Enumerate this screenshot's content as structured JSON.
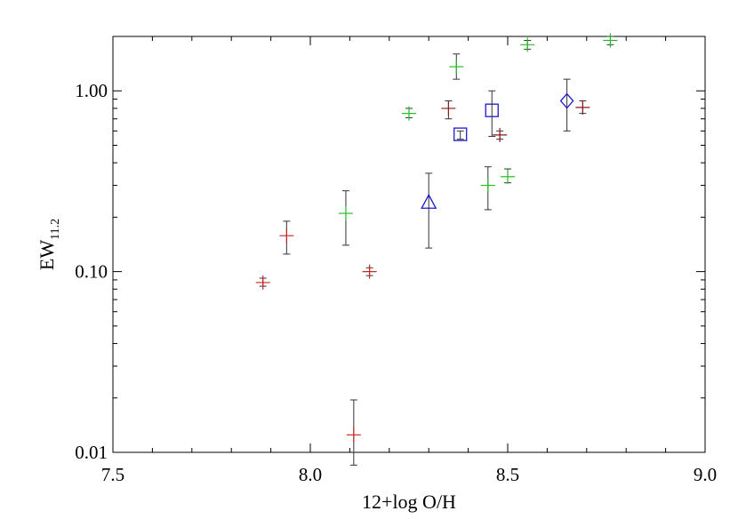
{
  "chart_data": {
    "type": "scatter",
    "xlabel": "12+log O/H",
    "ylabel": {
      "main": "EW",
      "sub": "11.2"
    },
    "xlim": [
      7.5,
      9.0
    ],
    "ylim": [
      0.01,
      2.0
    ],
    "yscale": "log",
    "x_ticks": [
      "7.5",
      "8.0",
      "8.5",
      "9.0"
    ],
    "y_ticks": [
      "0.01",
      "0.10",
      "1.00"
    ],
    "grid": false,
    "colors": {
      "red": "#cc2222",
      "green": "#22bb22",
      "blue": "#1a1acc",
      "darkred": "#8b1a1a",
      "errorbar": "#333333"
    },
    "series": [
      {
        "color": "#cc2222",
        "marker": "plus",
        "points": [
          {
            "x": 7.88,
            "y": 0.087,
            "yerr": [
              0.083,
              0.092
            ]
          },
          {
            "x": 7.94,
            "y": 0.158,
            "yerr": [
              0.125,
              0.19
            ]
          },
          {
            "x": 8.15,
            "y": 0.1,
            "yerr": [
              0.095,
              0.105
            ]
          },
          {
            "x": 8.11,
            "y": 0.0125,
            "yerr": [
              0.0085,
              0.0195
            ]
          }
        ]
      },
      {
        "color": "#8b1a1a",
        "marker": "plus",
        "points": [
          {
            "x": 8.35,
            "y": 0.8,
            "yerr": [
              0.7,
              0.88
            ]
          },
          {
            "x": 8.48,
            "y": 0.57,
            "yerr": [
              0.54,
              0.6
            ]
          },
          {
            "x": 8.69,
            "y": 0.81,
            "yerr": [
              0.75,
              0.88
            ]
          }
        ]
      },
      {
        "color": "#22bb22",
        "marker": "plus",
        "points": [
          {
            "x": 8.09,
            "y": 0.21,
            "yerr": [
              0.14,
              0.28
            ]
          },
          {
            "x": 8.25,
            "y": 0.75,
            "yerr": [
              0.71,
              0.8
            ]
          },
          {
            "x": 8.37,
            "y": 1.36,
            "yerr": [
              1.16,
              1.6
            ]
          },
          {
            "x": 8.45,
            "y": 0.3,
            "yerr": [
              0.22,
              0.38
            ]
          },
          {
            "x": 8.5,
            "y": 0.335,
            "yerr": [
              0.31,
              0.37
            ]
          },
          {
            "x": 8.55,
            "y": 1.8,
            "yerr": [
              1.7,
              1.9
            ]
          },
          {
            "x": 8.76,
            "y": 1.9,
            "yerr": [
              1.8,
              2.0
            ]
          }
        ]
      },
      {
        "color": "#1a1acc",
        "marker": "triangle",
        "points": [
          {
            "x": 8.3,
            "y": 0.24,
            "yerr": [
              0.135,
              0.35
            ]
          }
        ]
      },
      {
        "color": "#1a1acc",
        "marker": "square",
        "points": [
          {
            "x": 8.38,
            "y": 0.575,
            "yerr": [
              0.54,
              0.6
            ]
          },
          {
            "x": 8.46,
            "y": 0.78,
            "yerr": [
              0.56,
              1.0
            ]
          }
        ]
      },
      {
        "color": "#1a1acc",
        "marker": "diamond",
        "points": [
          {
            "x": 8.65,
            "y": 0.88,
            "yerr": [
              0.6,
              1.16
            ]
          }
        ]
      }
    ]
  }
}
